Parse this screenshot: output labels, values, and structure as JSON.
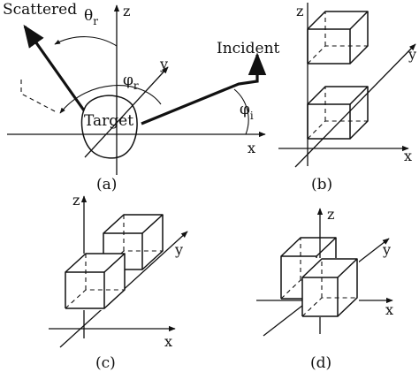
{
  "panel_a": {
    "scattered": "Scattered",
    "incident": "Incident",
    "target": "Target",
    "axis_x": "x",
    "axis_y": "y",
    "axis_z": "z",
    "theta_r_sym": "θ",
    "theta_r_sub": "r",
    "phi_r_sym": "φ",
    "phi_r_sub": "r",
    "phi_i_sym": "φ",
    "phi_i_sub": "i",
    "caption": "(a)"
  },
  "panel_b": {
    "axis_x": "x",
    "axis_y": "y",
    "axis_z": "z",
    "caption": "(b)"
  },
  "panel_c": {
    "axis_x": "x",
    "axis_y": "y",
    "axis_z": "z",
    "caption": "(c)"
  },
  "panel_d": {
    "axis_x": "x",
    "axis_y": "y",
    "axis_z": "z",
    "caption": "(d)"
  }
}
